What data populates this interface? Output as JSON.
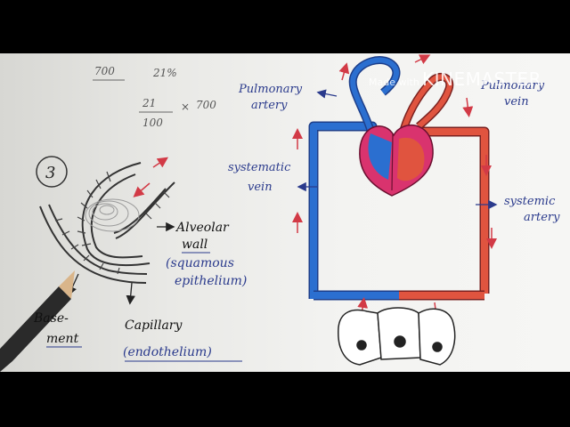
{
  "watermark": {
    "prefix": "Made with",
    "brand": "KINEMASTER"
  },
  "math": {
    "line1_a": "700",
    "line1_b": "21%",
    "fraction_num": "21",
    "fraction_den": "100",
    "times": "×",
    "multiplier": "700"
  },
  "alveolus": {
    "number": "3",
    "label_wall_1": "Alveolar",
    "label_wall_2": "wall",
    "label_squamous": "(squamous",
    "label_epithelium": "epithelium)",
    "label_basement_1": "Base-",
    "label_basement_2": "ment",
    "label_capillary": "Capillary",
    "label_endothelium": "(endothelium)"
  },
  "circulation": {
    "pulmonary_artery_1": "Pulmonary",
    "pulmonary_artery_2": "artery",
    "pulmonary_vein_1": "Pulmonary",
    "pulmonary_vein_2": "vein",
    "systemic_vein_1": "systematic",
    "systemic_vein_2": "vein",
    "systemic_artery_1": "systemic",
    "systemic_artery_2": "artery"
  },
  "colors": {
    "ink": "#2a3a8c",
    "red_vessel": "#e0543f",
    "blue_vessel": "#2b6fd0",
    "heart_pink": "#d9336e",
    "arrow_red": "#d23a46"
  }
}
